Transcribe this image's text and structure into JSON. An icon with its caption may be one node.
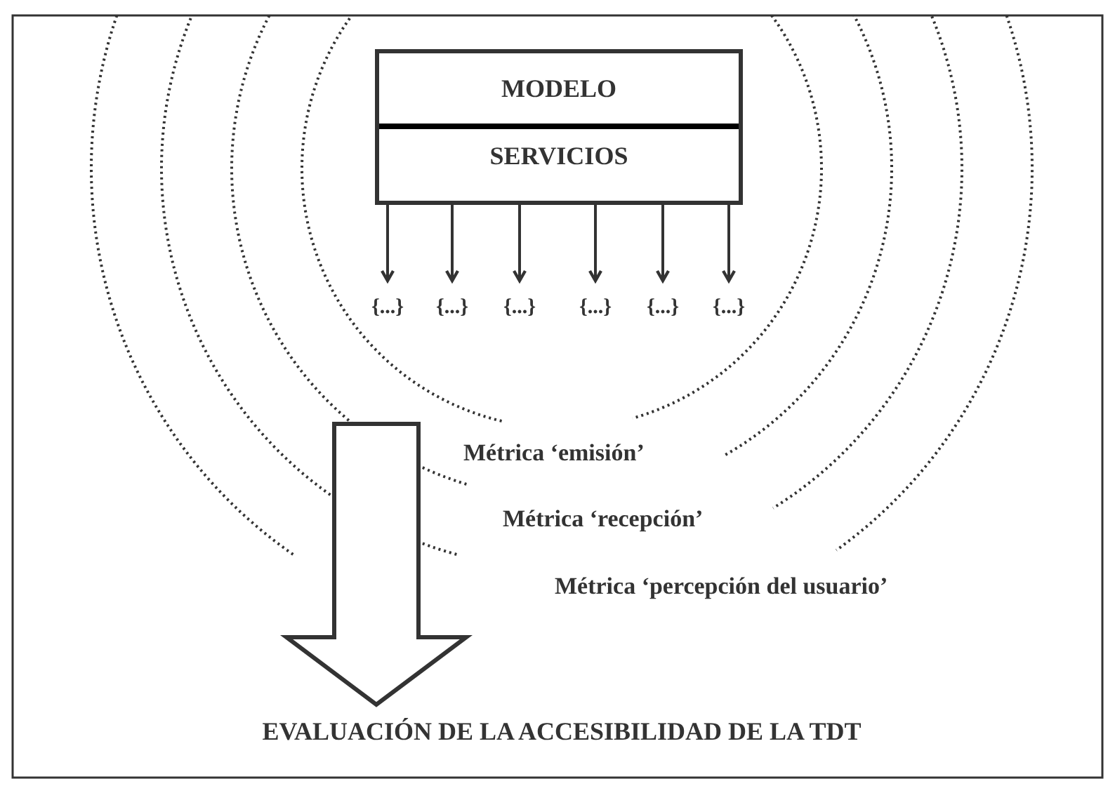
{
  "diagram": {
    "nodes": [
      {
        "text": [
          "MODELO",
          "SERVICIOS"
        ]
      },
      {
        "text": [
          "{...}"
        ]
      },
      {
        "text": [
          "{...}"
        ]
      },
      {
        "text": [
          "{...}"
        ]
      },
      {
        "text": [
          "{...}"
        ]
      },
      {
        "text": [
          "{...}"
        ]
      },
      {
        "text": [
          "{...}"
        ]
      },
      {
        "text": [
          "EVALUACIÓN DE LA ACCESIBILIDAD DE LA TDT"
        ]
      }
    ],
    "edges": [
      {
        "from": 0,
        "to": 1,
        "arrow": "to"
      },
      {
        "from": 0,
        "to": 2,
        "arrow": "to"
      },
      {
        "from": 0,
        "to": 3,
        "arrow": "to"
      },
      {
        "from": 0,
        "to": 4,
        "arrow": "to"
      },
      {
        "from": 0,
        "to": 5,
        "arrow": "to"
      },
      {
        "from": 0,
        "to": 6,
        "arrow": "to"
      },
      {
        "from": null,
        "to": 7,
        "arrow": "to",
        "style": "thick"
      }
    ],
    "labels": [
      "Métrica ‘emisión’",
      "Métrica ‘recepción’",
      "Métrica ‘percepción del usuario’"
    ]
  }
}
